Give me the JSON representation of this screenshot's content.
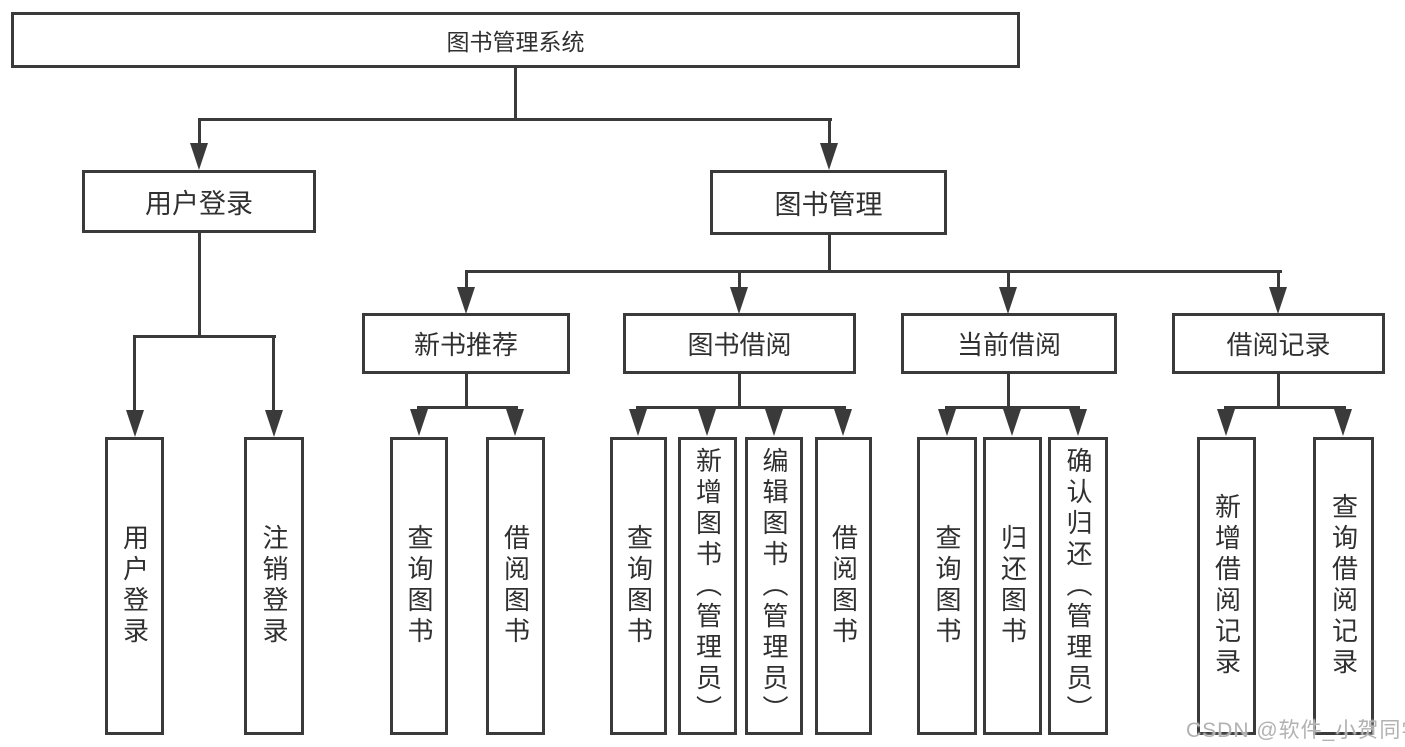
{
  "nodes": {
    "root": {
      "label": "图书管理系统"
    },
    "level2": {
      "user_login": {
        "label": "用户登录"
      },
      "book_management": {
        "label": "图书管理"
      }
    },
    "level3": {
      "new_book_recommend": {
        "label": "新书推荐"
      },
      "book_borrow": {
        "label": "图书借阅"
      },
      "current_borrow": {
        "label": "当前借阅"
      },
      "borrow_records": {
        "label": "借阅记录"
      }
    },
    "leaves": {
      "user_login": [
        "用户登录",
        "注销登录"
      ],
      "new_book_recommend": [
        "查询图书",
        "借阅图书"
      ],
      "book_borrow": [
        "查询图书",
        "新增图书（管理员）",
        "编辑图书（管理员）",
        "借阅图书"
      ],
      "current_borrow": [
        "查询图书",
        "归还图书",
        "确认归还（管理员）"
      ],
      "borrow_records": [
        "新增借阅记录",
        "查询借阅记录"
      ]
    }
  },
  "watermark": "CSDN @软件_小贺同学",
  "colors": {
    "line": "#3a3a3a",
    "text": "#303030",
    "watermark": "#b2b2b2",
    "background": "#ffffff"
  }
}
